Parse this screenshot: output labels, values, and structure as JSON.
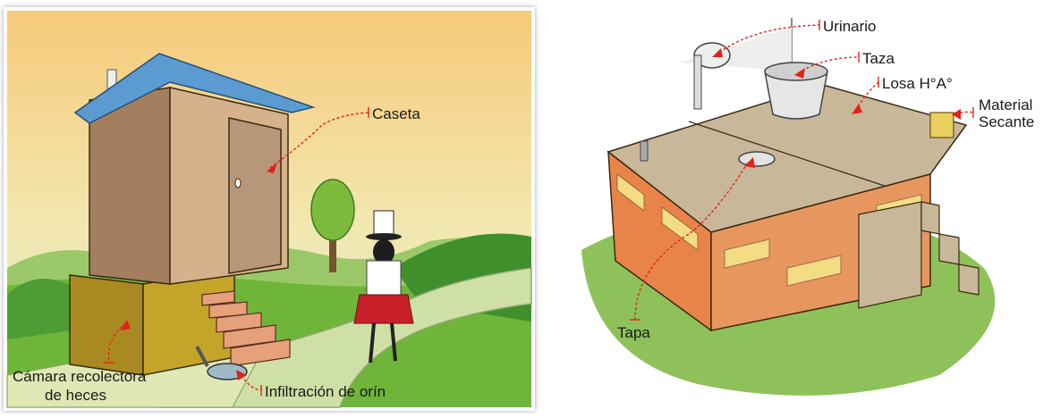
{
  "left_scene": {
    "labels": {
      "caseta": "Caseta",
      "camara_line1": "Cámara recolectora",
      "camara_line2": "de heces",
      "infiltracion": "Infiltración de orín"
    }
  },
  "right_scene": {
    "labels": {
      "urinario": "Urinario",
      "taza": "Taza",
      "losa": "Losa H°A°",
      "material_line1": "Material",
      "material_line2": "Secante",
      "tapa": "Tapa"
    }
  },
  "colors": {
    "leader": "#e2231a",
    "sky_top": "#f7c97a",
    "sky_bottom": "#e9f2d8",
    "grass": "#6fb53a",
    "path": "#cfe0a6",
    "brick_orange": "#e8844a",
    "brick_yellow": "#f3dc84",
    "slab": "#c9b79a"
  }
}
